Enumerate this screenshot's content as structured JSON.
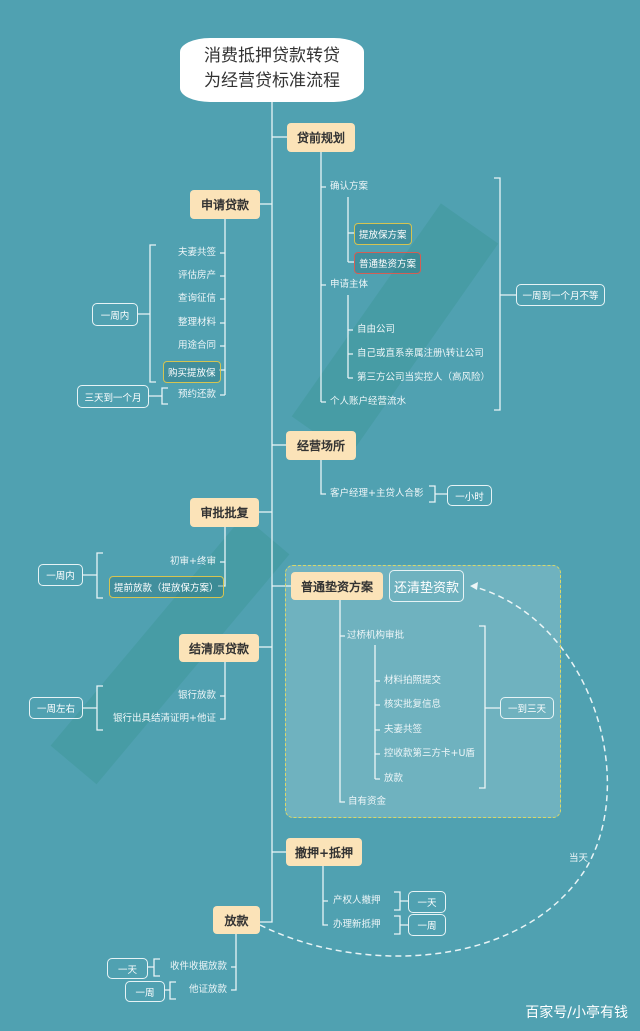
{
  "title": {
    "line1": "消费抵押贷款转贷",
    "line2": "为经营贷标准流程"
  },
  "colors": {
    "background": "#50a1b1",
    "node_fill": "#fbe3b8",
    "highlight_yellow": "#d5c451",
    "highlight_red": "#d35f55",
    "panel_border": "#d9d86a"
  },
  "pre_plan": {
    "label": "贷前规划",
    "items": [
      "确认方案",
      "申请主体",
      "个人账户经营流水"
    ],
    "plans": [
      "提放保方案",
      "普通垫资方案"
    ],
    "subjects": [
      "自由公司",
      "自己或直系亲属注册\\转让公司",
      "第三方公司当实控人（高风险）"
    ],
    "duration": "一周到一个月不等"
  },
  "apply": {
    "label": "申请贷款",
    "items": [
      "夫妻共签",
      "评估房产",
      "查询征信",
      "整理材料",
      "用途合同",
      "购买提放保",
      "预约还款"
    ],
    "duration1": "一周内",
    "duration2": "三天到一个月"
  },
  "site": {
    "label": "经营场所",
    "item": "客户经理+主贷人合影",
    "duration": "一小时"
  },
  "approval": {
    "label": "审批批复",
    "items": [
      "初审+终审",
      "提前放款（提放保方案）"
    ],
    "duration": "一周内"
  },
  "settle": {
    "label": "结清原贷款",
    "items": [
      "银行放款",
      "银行出具结清证明+他证"
    ],
    "duration": "一周左右"
  },
  "bridge": {
    "label": "普通垫资方案",
    "repay": "还清垫资款",
    "review": "过桥机构审批",
    "steps": [
      "材料拍照提交",
      "核实批复信息",
      "夫妻共签",
      "控收款第三方卡+U盾",
      "放款"
    ],
    "own": "自有资金",
    "duration": "一到三天"
  },
  "mortgage": {
    "label": "撤押+抵押",
    "items": [
      "产权人撤押",
      "办理新抵押"
    ],
    "durations": [
      "一天",
      "一周"
    ]
  },
  "loan": {
    "label": "放款",
    "items": [
      "收件收据放款",
      "他证放款"
    ],
    "durations": [
      "一天",
      "一周"
    ],
    "same_day": "当天"
  },
  "watermark": "百家号/小亭有钱"
}
